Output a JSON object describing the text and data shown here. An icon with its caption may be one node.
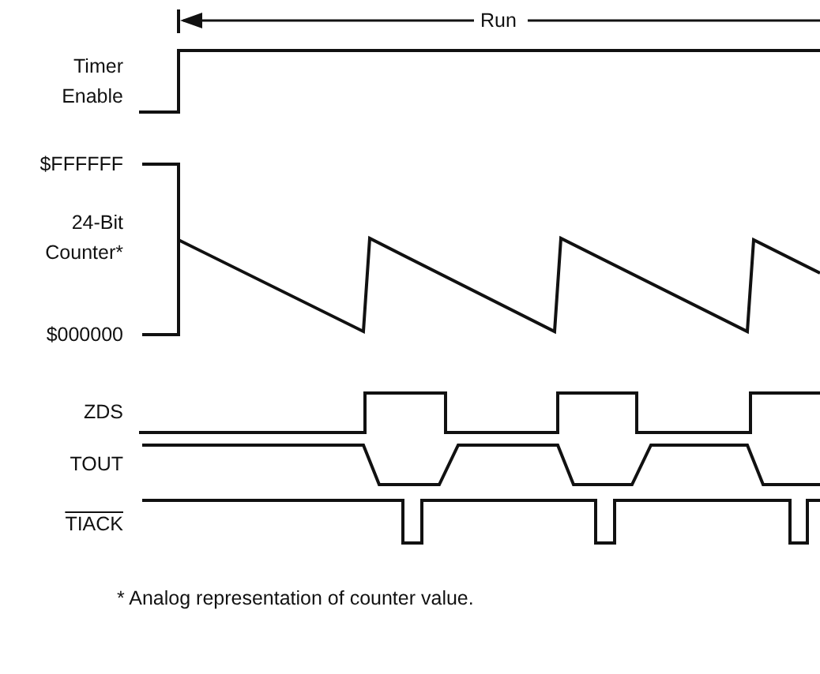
{
  "diagram": {
    "caption": "* Analog representation of counter value.",
    "labels": [
      "Run",
      "Timer Enable",
      "$FFFFFF",
      "24-Bit Counter*",
      "$000000",
      "ZDS",
      "TOUT",
      "TIACK"
    ]
  }
}
